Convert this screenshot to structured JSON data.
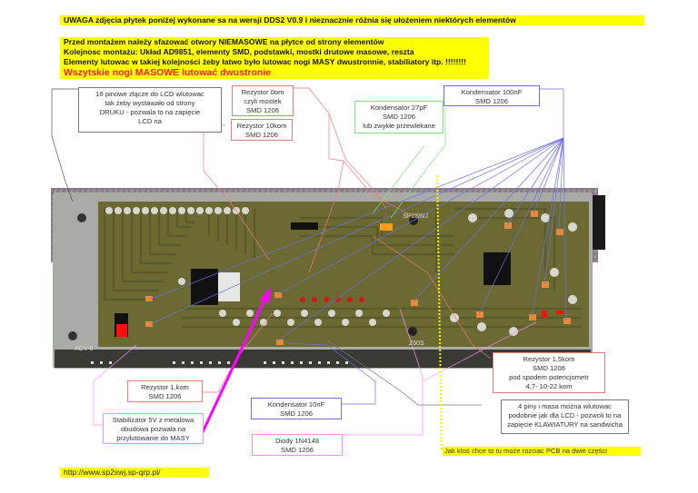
{
  "header": {
    "warning": "UWAGA   zdjęcia płytek poniżej wykonane sa na wersji  DDS2 V0.9 i nieznacznie różnia się ułożeniem niektórych elementów",
    "instructions": [
      "Przed montażem należy sfazować otwory NIEMASOWE na płytce od strony elementów",
      "Kolejnosc montażu: Układ AD9851, elementy SMD, podstawki, mostki drutowe masowe, reszta",
      "Elementy lutowac w takiej kolejności żeby łatwo było lutowac nogi MASY   dwustronnie, stabiliatory itp.  !!!!!!!!"
    ],
    "ground_note": "Wszytskie nogi MASOWE   lutować dwustronie"
  },
  "callouts": {
    "lcd_connector": [
      "16 pinowe złącze do LCD  wlutowac",
      "tak żeby wystawało od strony",
      "DRUKU - pozwala to na zapięcie",
      "LCD  na"
    ],
    "resistor_0ohm": [
      "Rezystor  0om",
      "czyli mostek",
      "SMD 1206"
    ],
    "resistor_10k": [
      "Rezystor  10kom",
      "SMD 1206"
    ],
    "capacitor_27pf": [
      "Kondensator   27pF",
      "SMD 1206",
      "lub zwykłe przewlekane"
    ],
    "capacitor_100nf": [
      "Kondensator   100nF",
      "SMD 1206"
    ],
    "resistor_1_5k": [
      "Rezystor  1,5kom",
      "SMD 1206",
      "pod spodem potencjometr",
      "4,7- 10-22 kom"
    ],
    "resistor_1k": [
      "Rezystor  1,kom",
      "SMD 1206"
    ],
    "stabilizer": [
      "Stabilizator 5V z metalowa",
      "obudowa pozwala na",
      "przylutowanie do MASY"
    ],
    "capacitor_10nf": [
      "Kondensator   10nF",
      "SMD 1206"
    ],
    "diodes": [
      "Diody 1N4148",
      "SMD 1206"
    ],
    "keyboard_pins": [
      "4 piny i masa można wlutowac",
      "podobnie  jak dla LCD - pozwoli to na",
      "zapięcie KLAWIATURY  na sandwicha"
    ]
  },
  "pcb_note": "Jak ktoś chce to tu może rozciac PCB  na dwie części",
  "pcb_labels": {
    "top": "SP2SWJ",
    "bottom": "Z60S",
    "left": "ACV-6"
  },
  "footer": {
    "url": "http://www.sp2swj.sp-qrp.pl/"
  },
  "colors": {
    "highlight": "#ffff00",
    "warning_red": "#ff1a1a",
    "resistor_line": "#f07a7a",
    "capacitor_line": "#6e6ee6",
    "green_line": "#7fe07f",
    "pink_line": "#ff8cff",
    "arrow": "#ff00ff"
  }
}
